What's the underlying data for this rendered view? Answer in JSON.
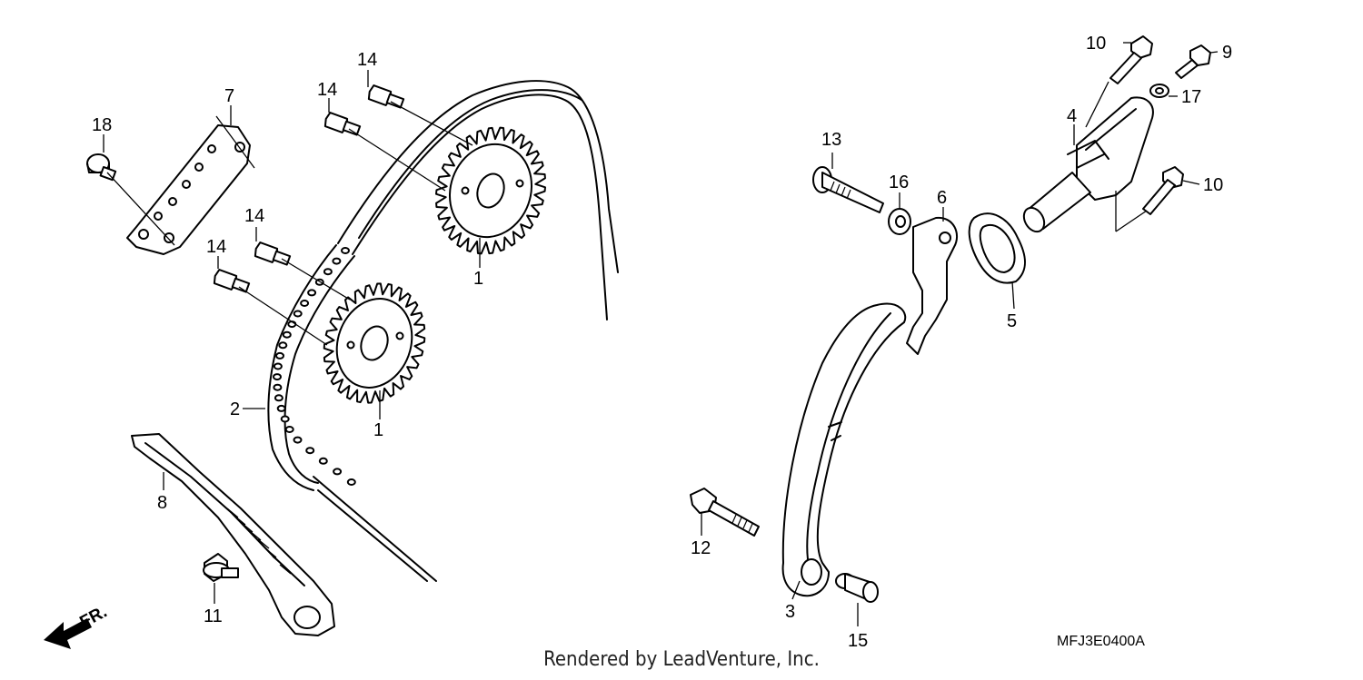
{
  "diagram": {
    "code": "MFJ3E0400A",
    "credit": "Rendered by LeadVenture, Inc.",
    "front_label": "FR.",
    "callouts": [
      {
        "id": "c1a",
        "text": "1"
      },
      {
        "id": "c1b",
        "text": "1"
      },
      {
        "id": "c2",
        "text": "2"
      },
      {
        "id": "c3",
        "text": "3"
      },
      {
        "id": "c4",
        "text": "4"
      },
      {
        "id": "c5",
        "text": "5"
      },
      {
        "id": "c6",
        "text": "6"
      },
      {
        "id": "c7",
        "text": "7"
      },
      {
        "id": "c8",
        "text": "8"
      },
      {
        "id": "c9",
        "text": "9"
      },
      {
        "id": "c10a",
        "text": "10"
      },
      {
        "id": "c10b",
        "text": "10"
      },
      {
        "id": "c11",
        "text": "11"
      },
      {
        "id": "c12",
        "text": "12"
      },
      {
        "id": "c13",
        "text": "13"
      },
      {
        "id": "c14a",
        "text": "14"
      },
      {
        "id": "c14b",
        "text": "14"
      },
      {
        "id": "c14c",
        "text": "14"
      },
      {
        "id": "c14d",
        "text": "14"
      },
      {
        "id": "c15",
        "text": "15"
      },
      {
        "id": "c16",
        "text": "16"
      },
      {
        "id": "c17",
        "text": "17"
      },
      {
        "id": "c18",
        "text": "18"
      }
    ]
  }
}
